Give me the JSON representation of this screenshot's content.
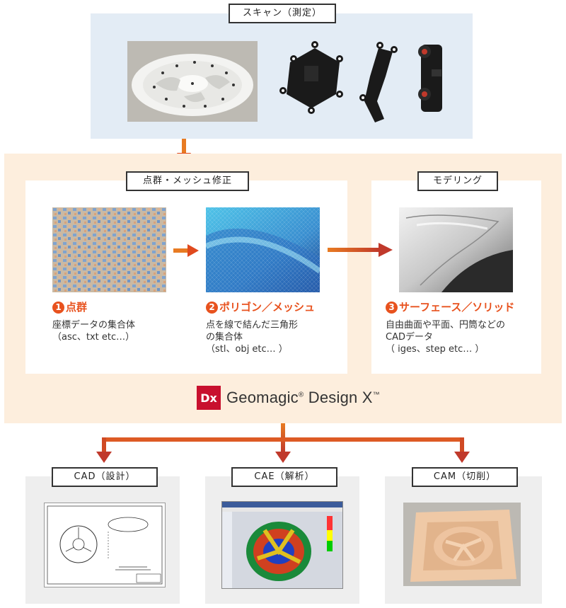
{
  "scan": {
    "label": "スキャン（測定）"
  },
  "process": {
    "label_edit": "点群・メッシュ修正",
    "label_model": "モデリング",
    "steps": [
      {
        "num": "1",
        "title": "点群",
        "desc": "座標データの集合体\n（asc、txt etc…）"
      },
      {
        "num": "2",
        "title": "ポリゴン／メッシュ",
        "desc": "点を線で結んだ三角形\nの集合体\n（stl、obj etc… ）"
      },
      {
        "num": "3",
        "title": "サーフェース／ソリッド",
        "desc": "自由曲面や平面、円筒などの\nCADデータ\n（ iges、step etc… ）"
      }
    ]
  },
  "brand": {
    "logo": "Dx",
    "name": "Geomagic",
    "reg": "®",
    "product": "Design X",
    "tm": "™"
  },
  "outputs": [
    {
      "label": "CAD（設計）"
    },
    {
      "label": "CAE（解析）"
    },
    {
      "label": "CAM（切削）"
    }
  ],
  "colors": {
    "accent": "#e8521e",
    "arrow_red": "#c0392b",
    "scan_bg": "#e3ecf5",
    "process_bg": "#fdeedd",
    "output_bg": "#eeeeee"
  }
}
